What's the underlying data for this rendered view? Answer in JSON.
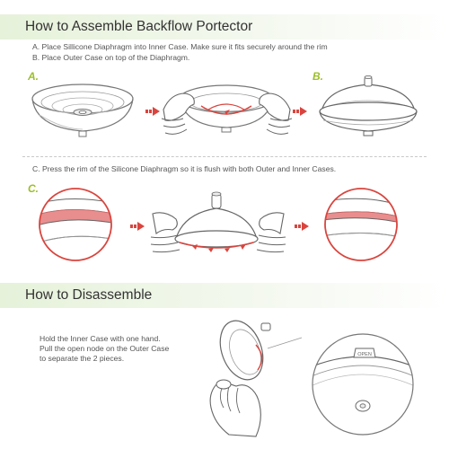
{
  "assemble": {
    "title": "How to Assemble Backflow Portector",
    "step_a": "A. Place Sillicone Diaphragm into Inner Case. Make sure it fits securely around the rim",
    "step_b": "B. Place Outer Case on top of the Diaphragm.",
    "step_c": "C. Press the rim of the Silicone Diaphragm so it is flush with both Outer and Inner Cases.",
    "labels": {
      "a": "A.",
      "b": "B.",
      "c": "C."
    }
  },
  "disassemble": {
    "title": "How to Disassemble",
    "line1": "Hold the Inner Case with one hand.",
    "line2": "Pull the open node on the Outer Case",
    "line3": "to separate the 2 pieces.",
    "open_tab": "OPEN"
  },
  "colors": {
    "accent_green": "#9bbf2a",
    "arrow_red": "#d9453e",
    "diaphragm_pink": "#e88e8e",
    "banner_green": "#e6f2da"
  }
}
